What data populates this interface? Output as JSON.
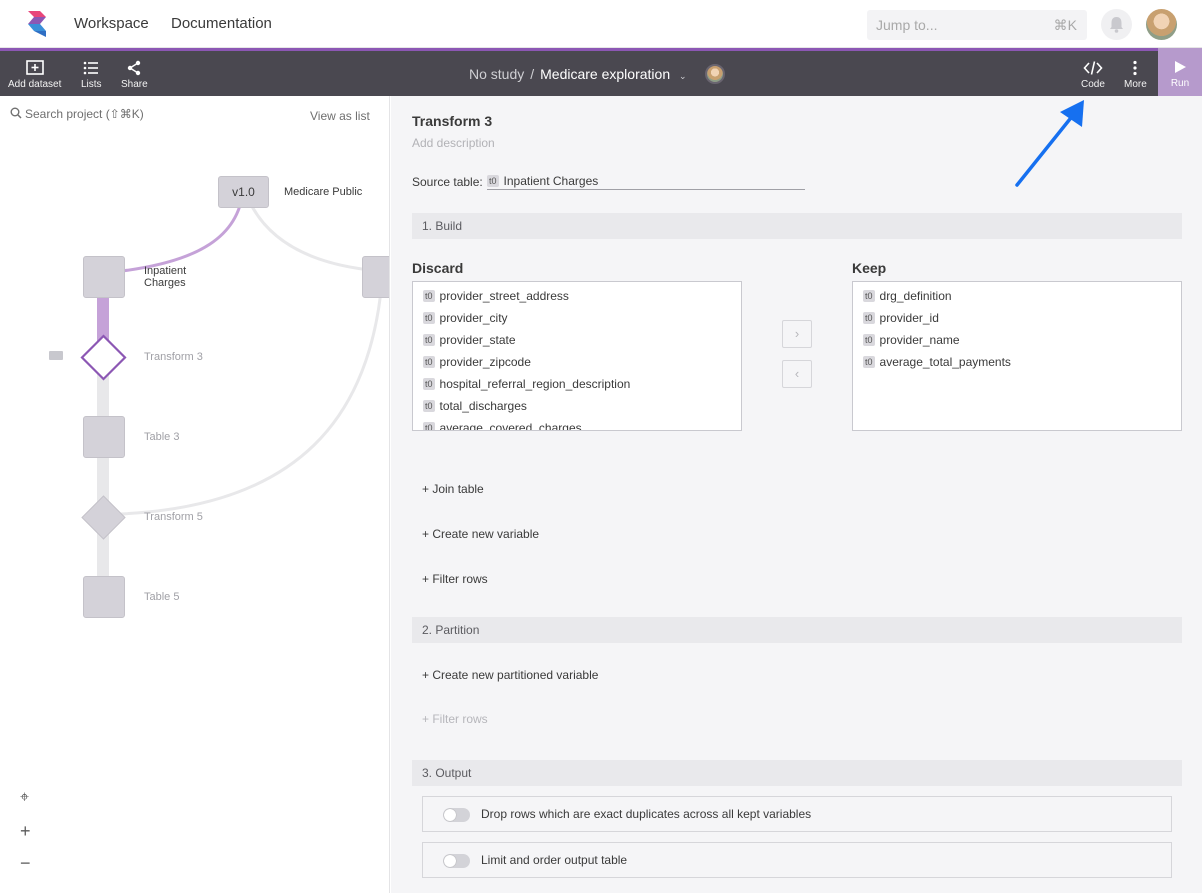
{
  "topnav": {
    "logo": "brand-logo",
    "links": [
      "Workspace",
      "Documentation"
    ],
    "jump_placeholder": "Jump to...",
    "jump_shortcut": "⌘K"
  },
  "toolbar": {
    "add_dataset": "Add dataset",
    "lists": "Lists",
    "share": "Share",
    "breadcrumb_study": "No study",
    "breadcrumb_sep": "/",
    "breadcrumb_project": "Medicare exploration",
    "code": "Code",
    "more": "More",
    "run": "Run"
  },
  "left": {
    "search_placeholder": "Search project (⇧⌘K)",
    "view_as_list": "View as list",
    "nodes": {
      "version": "v1.0",
      "dataset": "Medicare Public",
      "inpatient_line1": "Inpatient",
      "inpatient_line2": "Charges",
      "transform3": "Transform 3",
      "table3": "Table 3",
      "transform5": "Transform 5",
      "table5": "Table 5"
    },
    "map_controls": {
      "locate": "⌖",
      "zoom_in": "+",
      "zoom_out": "−"
    }
  },
  "transform": {
    "title": "Transform 3",
    "description_placeholder": "Add description",
    "source_label": "Source table:",
    "source_tag": "t0",
    "source_value": "Inpatient Charges",
    "sections": [
      "1. Build",
      "2. Partition",
      "3. Output"
    ],
    "discard_title": "Discard",
    "keep_title": "Keep",
    "discard_items": [
      "provider_street_address",
      "provider_city",
      "provider_state",
      "provider_zipcode",
      "hospital_referral_region_description",
      "total_discharges",
      "average_covered_charges"
    ],
    "keep_items": [
      "drg_definition",
      "provider_id",
      "provider_name",
      "average_total_payments"
    ],
    "item_tag": "t0",
    "move_right": "›",
    "move_left": "‹",
    "build_actions": [
      "+ Join table",
      "+ Create new variable",
      "+ Filter rows"
    ],
    "partition_actions": [
      "+ Create new partitioned variable",
      "+ Filter rows"
    ],
    "output_options": [
      "Drop rows which are exact duplicates across all kept variables",
      "Limit and order output table"
    ]
  },
  "colors": {
    "accent": "#8c57b4",
    "toolbar_bg": "#4a4850",
    "run_bg": "#b69acc",
    "annotation_arrow": "#1670f0"
  }
}
